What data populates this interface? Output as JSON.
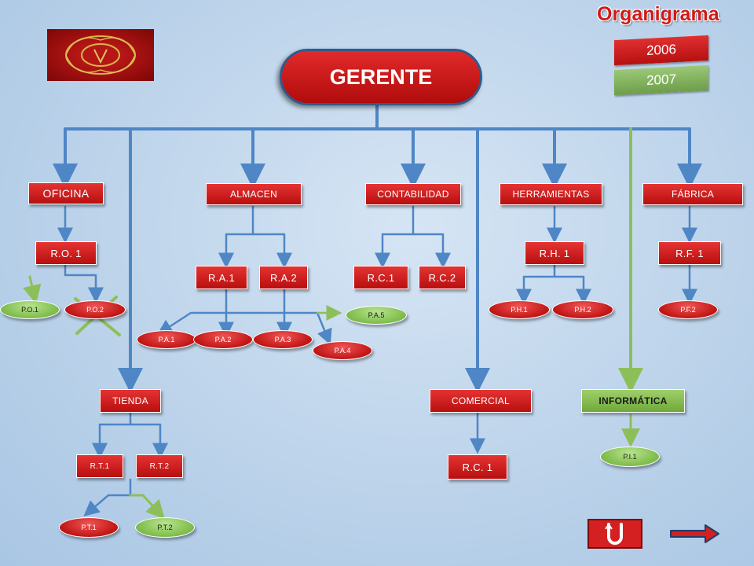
{
  "header": {
    "title": "Organigrama",
    "year_active": "2006",
    "year_inactive": "2007"
  },
  "root": {
    "label": "GERENTE"
  },
  "departments": {
    "oficina": "OFICINA",
    "almacen": "ALMACEN",
    "contabilidad": "CONTABILIDAD",
    "herramientas": "HERRAMIENTAS",
    "fabrica": "FÁBRICA",
    "tienda": "TIENDA",
    "comercial": "COMERCIAL",
    "informatica": "INFORMÁTICA"
  },
  "managers": {
    "ro1": "R.O. 1",
    "ra1": "R.A.1",
    "ra2": "R.A.2",
    "rc1": "R.C.1",
    "rc2": "R.C.2",
    "rh1": "R.H. 1",
    "rf1": "R.F. 1",
    "rt1": "R.T.1",
    "rt2": "R.T.2",
    "rcomercial1": "R.C. 1"
  },
  "staff": {
    "po1": "P.O.1",
    "po2": "P.O.2",
    "pa1": "P.A.1",
    "pa2": "P.A.2",
    "pa3": "P.A.3",
    "pa4": "P.A.4",
    "pa5": "P.A.5",
    "ph1": "P.H.1",
    "ph2": "P.H.2",
    "pf2": "P.F.2",
    "pt1": "P.T.1",
    "pt2": "P.T.2",
    "pi1": "P.I.1"
  },
  "colors": {
    "accent_red": "#cc1a1a",
    "accent_green": "#8cc063",
    "line_blue": "#4f86c6",
    "line_green": "#8cbf5a"
  },
  "icons": {
    "home": "home-return-icon",
    "next": "arrow-right-icon"
  }
}
